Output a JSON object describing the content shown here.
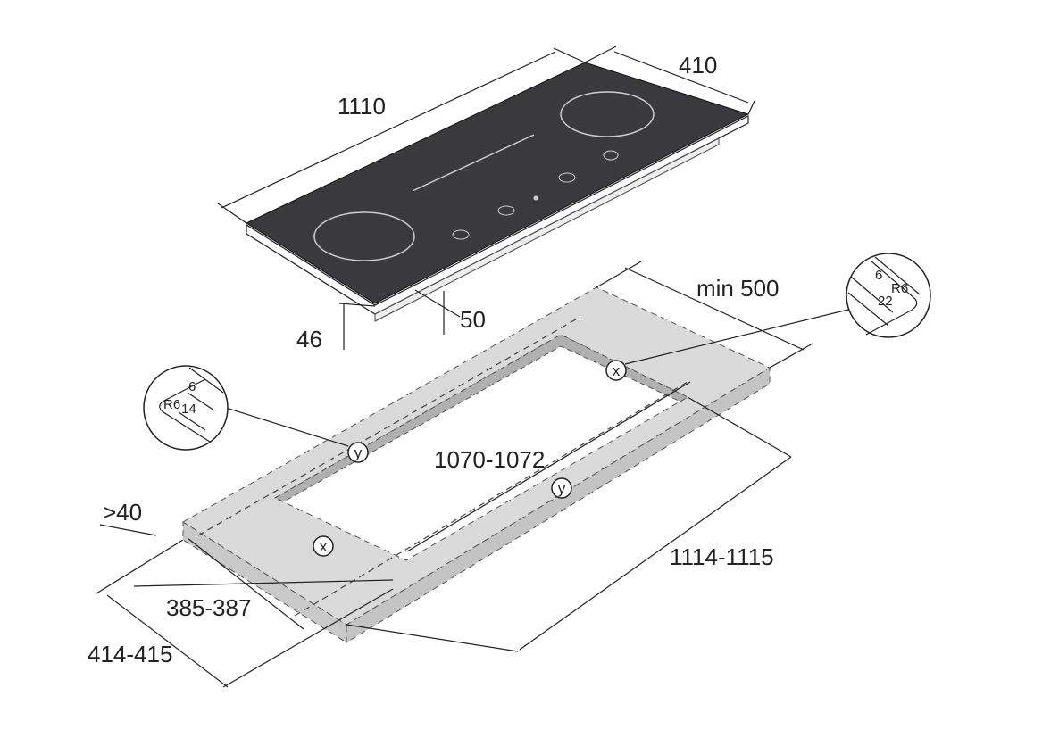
{
  "colors": {
    "glass": "#3a3a3c",
    "counter": "#d9d9d9",
    "counter_side": "#bdbdbd",
    "line": "#222222"
  },
  "hob": {
    "width_label": "1110",
    "depth_label": "410",
    "thickness_front_label": "46",
    "thickness_back_label": "50"
  },
  "countertop": {
    "min_depth_label": "min 500",
    "cutout_length_label": "1070-1072",
    "outer_length_label": "1114-1115",
    "front_margin_label": ">40",
    "cutout_depth_label": "385-387",
    "outer_depth_label": "414-415",
    "marker_x": "x",
    "marker_y": "y"
  },
  "detail_x": {
    "depth": "6",
    "radius": "R6",
    "width": "22"
  },
  "detail_y": {
    "depth": "6",
    "radius": "R6",
    "width": "14"
  }
}
